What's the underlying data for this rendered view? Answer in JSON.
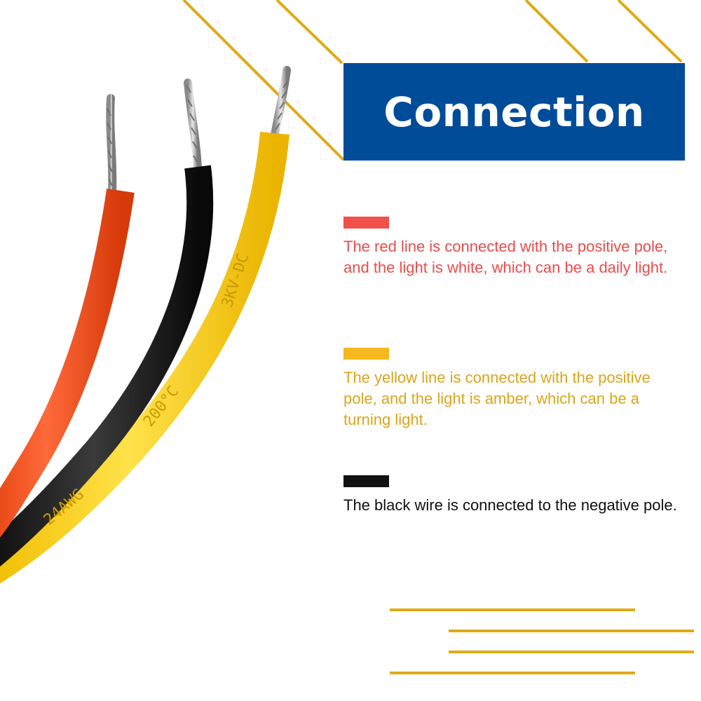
{
  "title": "Connection",
  "colors": {
    "title_bg": "#004c99",
    "accent_lines": "#e0aa15",
    "red_wire": "#f4501c",
    "black_wire": "#1a1a1a",
    "yellow_wire": "#f9cf0f",
    "red_text": "#ee4b4b",
    "yellow_text": "#dca41b",
    "black_text": "#111111"
  },
  "legend": [
    {
      "key": "red",
      "swatch_color": "#f2504b",
      "text_color": "#ee4b4b",
      "text": "The red line is connected with the positive pole, and the light is white, which can be a daily light."
    },
    {
      "key": "yellow",
      "swatch_color": "#f5b820",
      "text_color": "#dca41b",
      "text": "The yellow line is connected with the positive pole, and the light is amber, which can be a turning light."
    },
    {
      "key": "black",
      "swatch_color": "#111111",
      "text_color": "#111111",
      "text": "The black wire is connected to the negative pole."
    }
  ],
  "wire_print": {
    "gauge": "24AWG",
    "temp": "200°C",
    "voltage": "3KV-DC"
  }
}
